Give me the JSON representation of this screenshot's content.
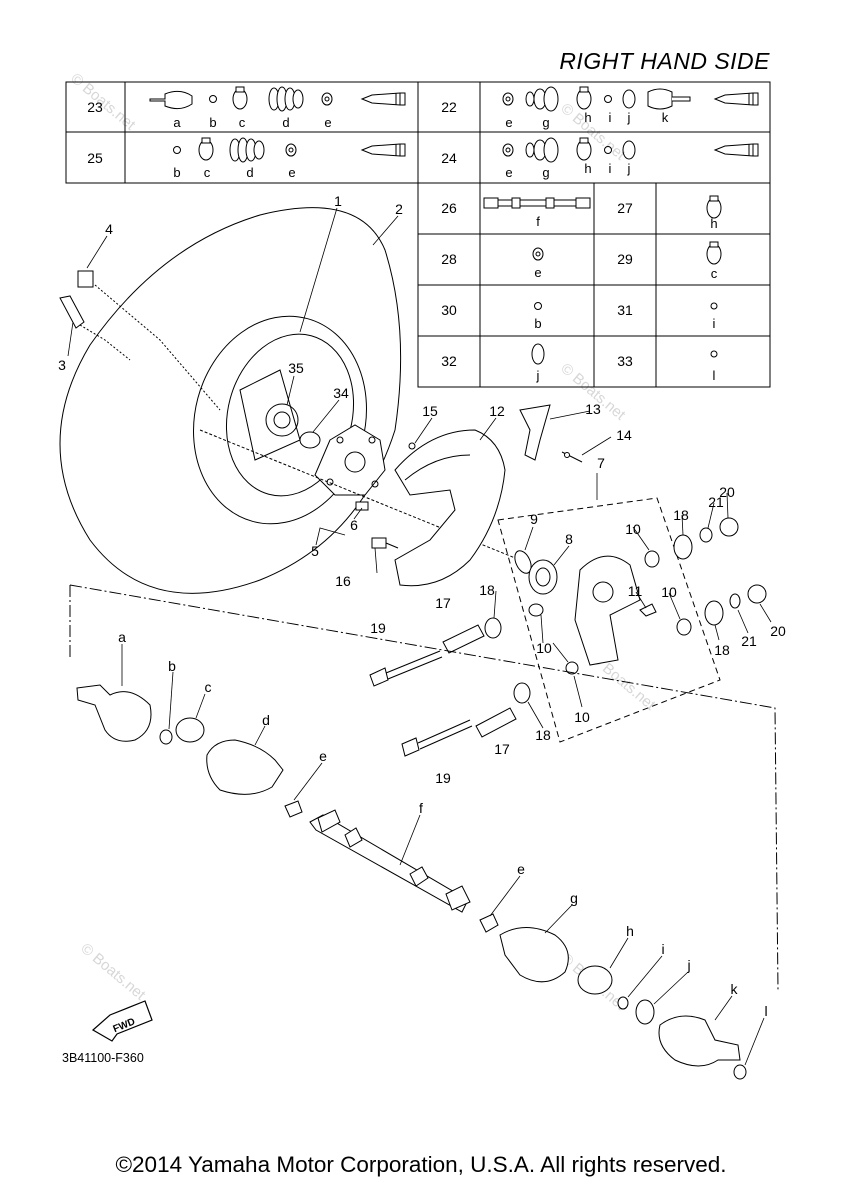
{
  "header": {
    "title": "RIGHT HAND SIDE"
  },
  "kit_table": {
    "rows_top": [
      {
        "left": {
          "num": "23",
          "letters": [
            "a",
            "b",
            "c",
            "d",
            "e"
          ]
        },
        "right": {
          "num": "22",
          "letters": [
            "e",
            "g",
            "h",
            "i",
            "j",
            "k"
          ]
        }
      },
      {
        "left": {
          "num": "25",
          "letters": [
            "b",
            "c",
            "d",
            "e"
          ]
        },
        "right": {
          "num": "24",
          "letters": [
            "e",
            "g",
            "h",
            "i",
            "j"
          ]
        }
      }
    ],
    "rows_small": [
      {
        "a": {
          "num": "26",
          "letter": "f"
        },
        "b": {
          "num": "27",
          "letter": "h"
        }
      },
      {
        "a": {
          "num": "28",
          "letter": "e"
        },
        "b": {
          "num": "29",
          "letter": "c"
        }
      },
      {
        "a": {
          "num": "30",
          "letter": "b"
        },
        "b": {
          "num": "31",
          "letter": "i"
        }
      },
      {
        "a": {
          "num": "32",
          "letter": "j"
        },
        "b": {
          "num": "33",
          "letter": "l"
        }
      }
    ]
  },
  "callouts": [
    "1",
    "2",
    "3",
    "4",
    "5",
    "6",
    "7",
    "8",
    "9",
    "10",
    "11",
    "12",
    "13",
    "14",
    "15",
    "16",
    "17",
    "18",
    "19",
    "20",
    "21",
    "34",
    "35",
    "a",
    "b",
    "c",
    "d",
    "e",
    "f",
    "g",
    "h",
    "i",
    "j",
    "k",
    "l"
  ],
  "fwd_label": "FWD",
  "watermark": "© Boats.net",
  "doc_id": "3B41100-F360",
  "footer": "©2014 Yamaha Motor Corporation, U.S.A. All rights reserved."
}
